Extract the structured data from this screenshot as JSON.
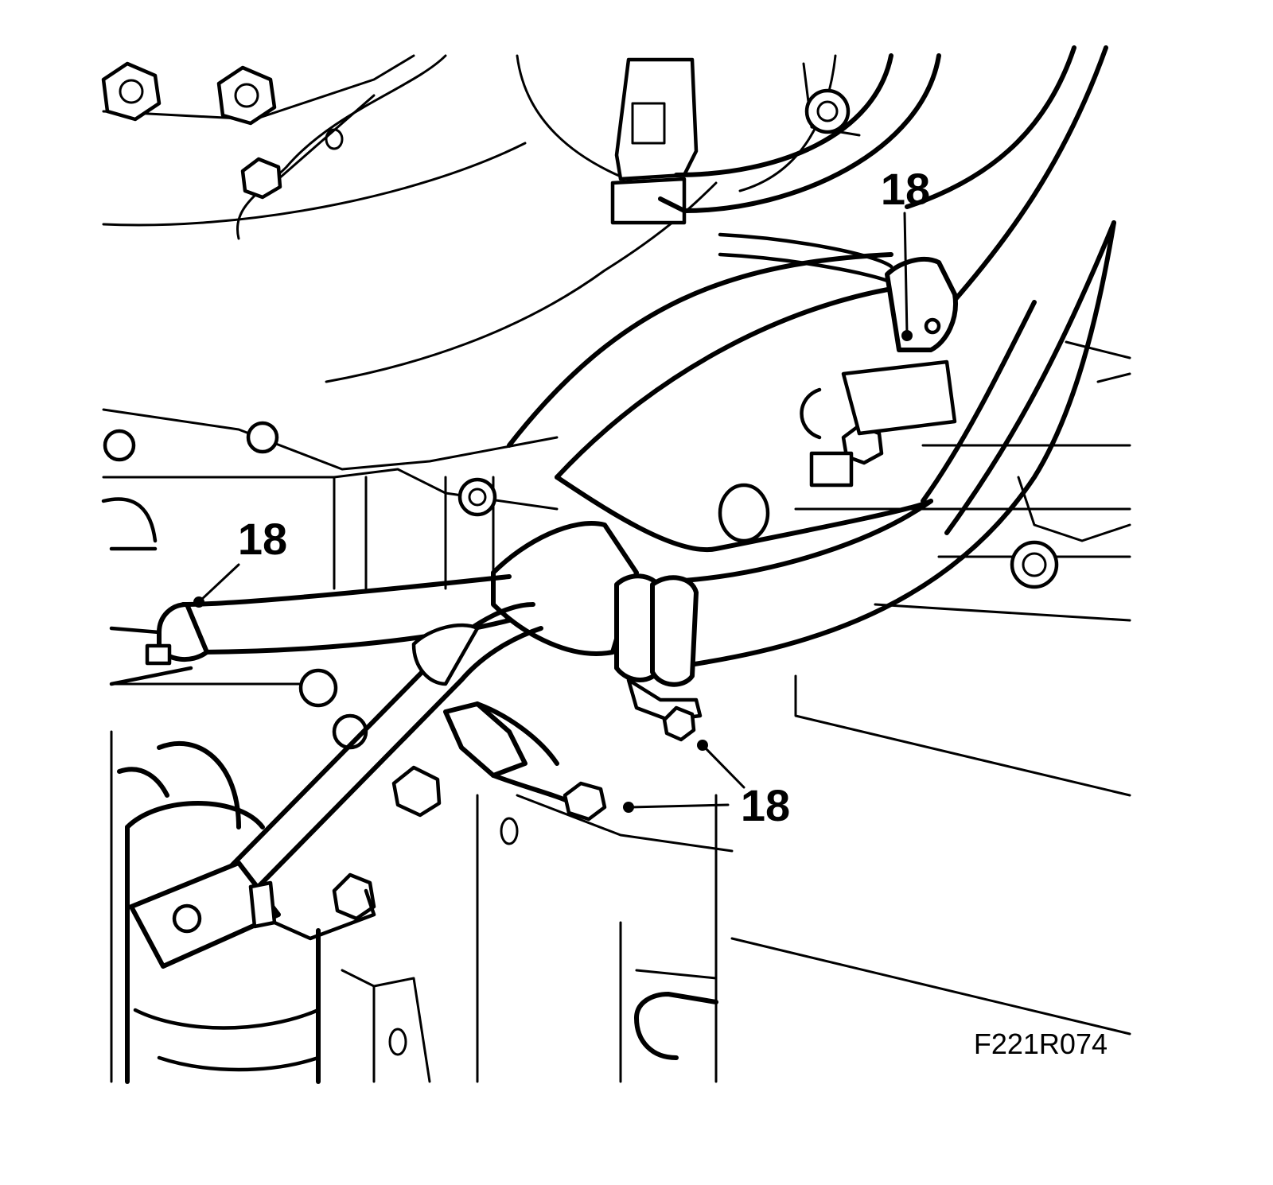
{
  "figure": {
    "id_label": "F221R074",
    "callouts": [
      {
        "label": "18"
      },
      {
        "label": "18"
      },
      {
        "label": "18"
      }
    ]
  },
  "colors": {
    "line": "#000000",
    "background": "#ffffff"
  }
}
